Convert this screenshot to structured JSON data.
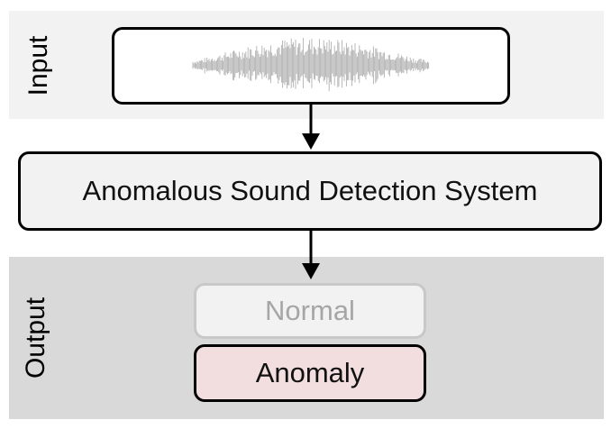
{
  "labels": {
    "input": "Input",
    "output": "Output"
  },
  "system": {
    "title": "Anomalous Sound Detection System"
  },
  "outputs": {
    "normal": "Normal",
    "anomaly": "Anomaly"
  },
  "colors": {
    "input_band": "#f2f2f2",
    "output_band": "#d9d9d9",
    "anomaly_fill": "#f2dede",
    "normal_text": "#a6a6a6",
    "waveform": "#b0b0b0"
  },
  "icons": {
    "waveform": "audio-waveform-icon"
  }
}
